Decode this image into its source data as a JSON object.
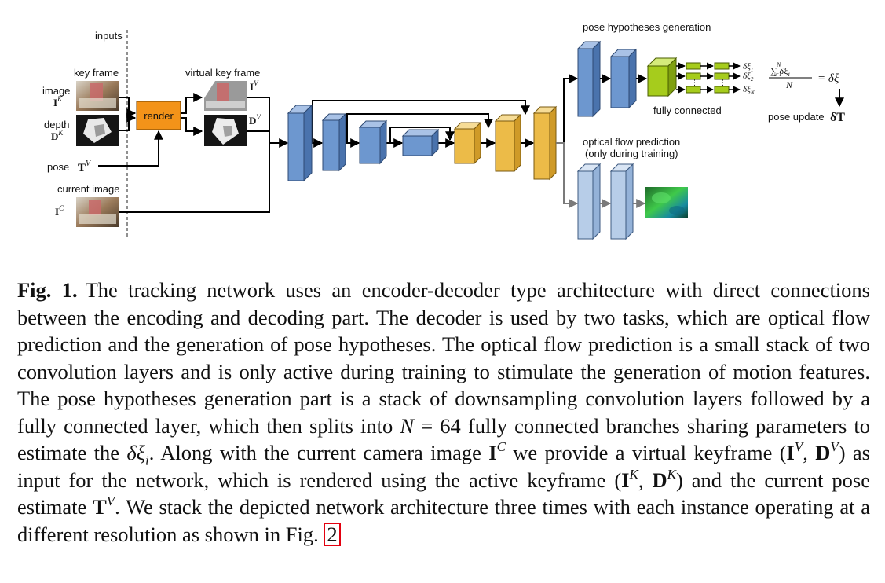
{
  "figure": {
    "inputs_label": "inputs",
    "key_frame_label": "key frame",
    "image_label": "image",
    "image_symbol": "I",
    "image_sup": "K",
    "depth_label": "depth",
    "depth_symbol": "D",
    "depth_sup": "K",
    "render_label": "render",
    "virtual_key_frame_label": "virtual key frame",
    "iv_symbol": "I",
    "iv_sup": "V",
    "dv_symbol": "D",
    "dv_sup": "V",
    "pose_label": "pose",
    "pose_symbol": "T",
    "pose_sup": "V",
    "current_image_label": "current image",
    "ic_symbol": "I",
    "ic_sup": "C",
    "pose_hyp_label": "pose hypotheses generation",
    "fully_connected_label": "fully connected",
    "dxi1": "δξ",
    "dxi1_sub": "1",
    "dxi2": "δξ",
    "dxi2_sub": "2",
    "dxin": "δξ",
    "dxin_sub": "N",
    "sum_numerator": "∑ δξ",
    "sum_numerator_sup": "N",
    "sum_numerator_sub": "i=1",
    "sum_numerator_i": "i",
    "sum_denominator": "N",
    "sum_result": "= δξ",
    "pose_update_label": "pose update",
    "pose_update_symbol": "δT",
    "optical_flow_label": "optical flow prediction",
    "optical_flow_sub_label": "(only during training)",
    "colors": {
      "encoder": "#6d97cf",
      "decoder": "#ecbb48",
      "flow": "#b7cde8",
      "fc": "#a6cc1c",
      "render": "#f39319"
    }
  },
  "caption": {
    "label": "Fig. 1.",
    "p1": "The tracking network uses an encoder-decoder type architecture with direct connections between the encoding and decoding part. The decoder is used by two tasks, which are optical flow prediction and the generation of pose hypotheses. The optical flow prediction is a small stack of two convolution layers and is only active during training to stimulate the generation of motion features. The pose hypotheses generation part is a stack of downsampling convolution layers followed by a fully connected layer, which then splits into ",
    "n_var": "N",
    "n_eq": " = 64",
    "p2": " fully connected branches sharing parameters to estimate the ",
    "dxi": "δξ",
    "dxi_sub": "i",
    "p3": ". Along with the current camera image ",
    "ic": "I",
    "ic_sup": "C",
    "p4": " we provide a virtual keyframe (",
    "iv": "I",
    "iv_sup": "V",
    "comma1": ", ",
    "dv": "D",
    "dv_sup": "V",
    "p5": ") as input for the network, which is rendered using the active keyframe (",
    "ik": "I",
    "ik_sup": "K",
    "comma2": ", ",
    "dk": "D",
    "dk_sup": "K",
    "p6": ") and the current pose estimate ",
    "tv": "T",
    "tv_sup": "V",
    "p7": ". We stack the depicted network architecture three times with each instance operating at a different resolution as shown in Fig. ",
    "ref": "2"
  }
}
